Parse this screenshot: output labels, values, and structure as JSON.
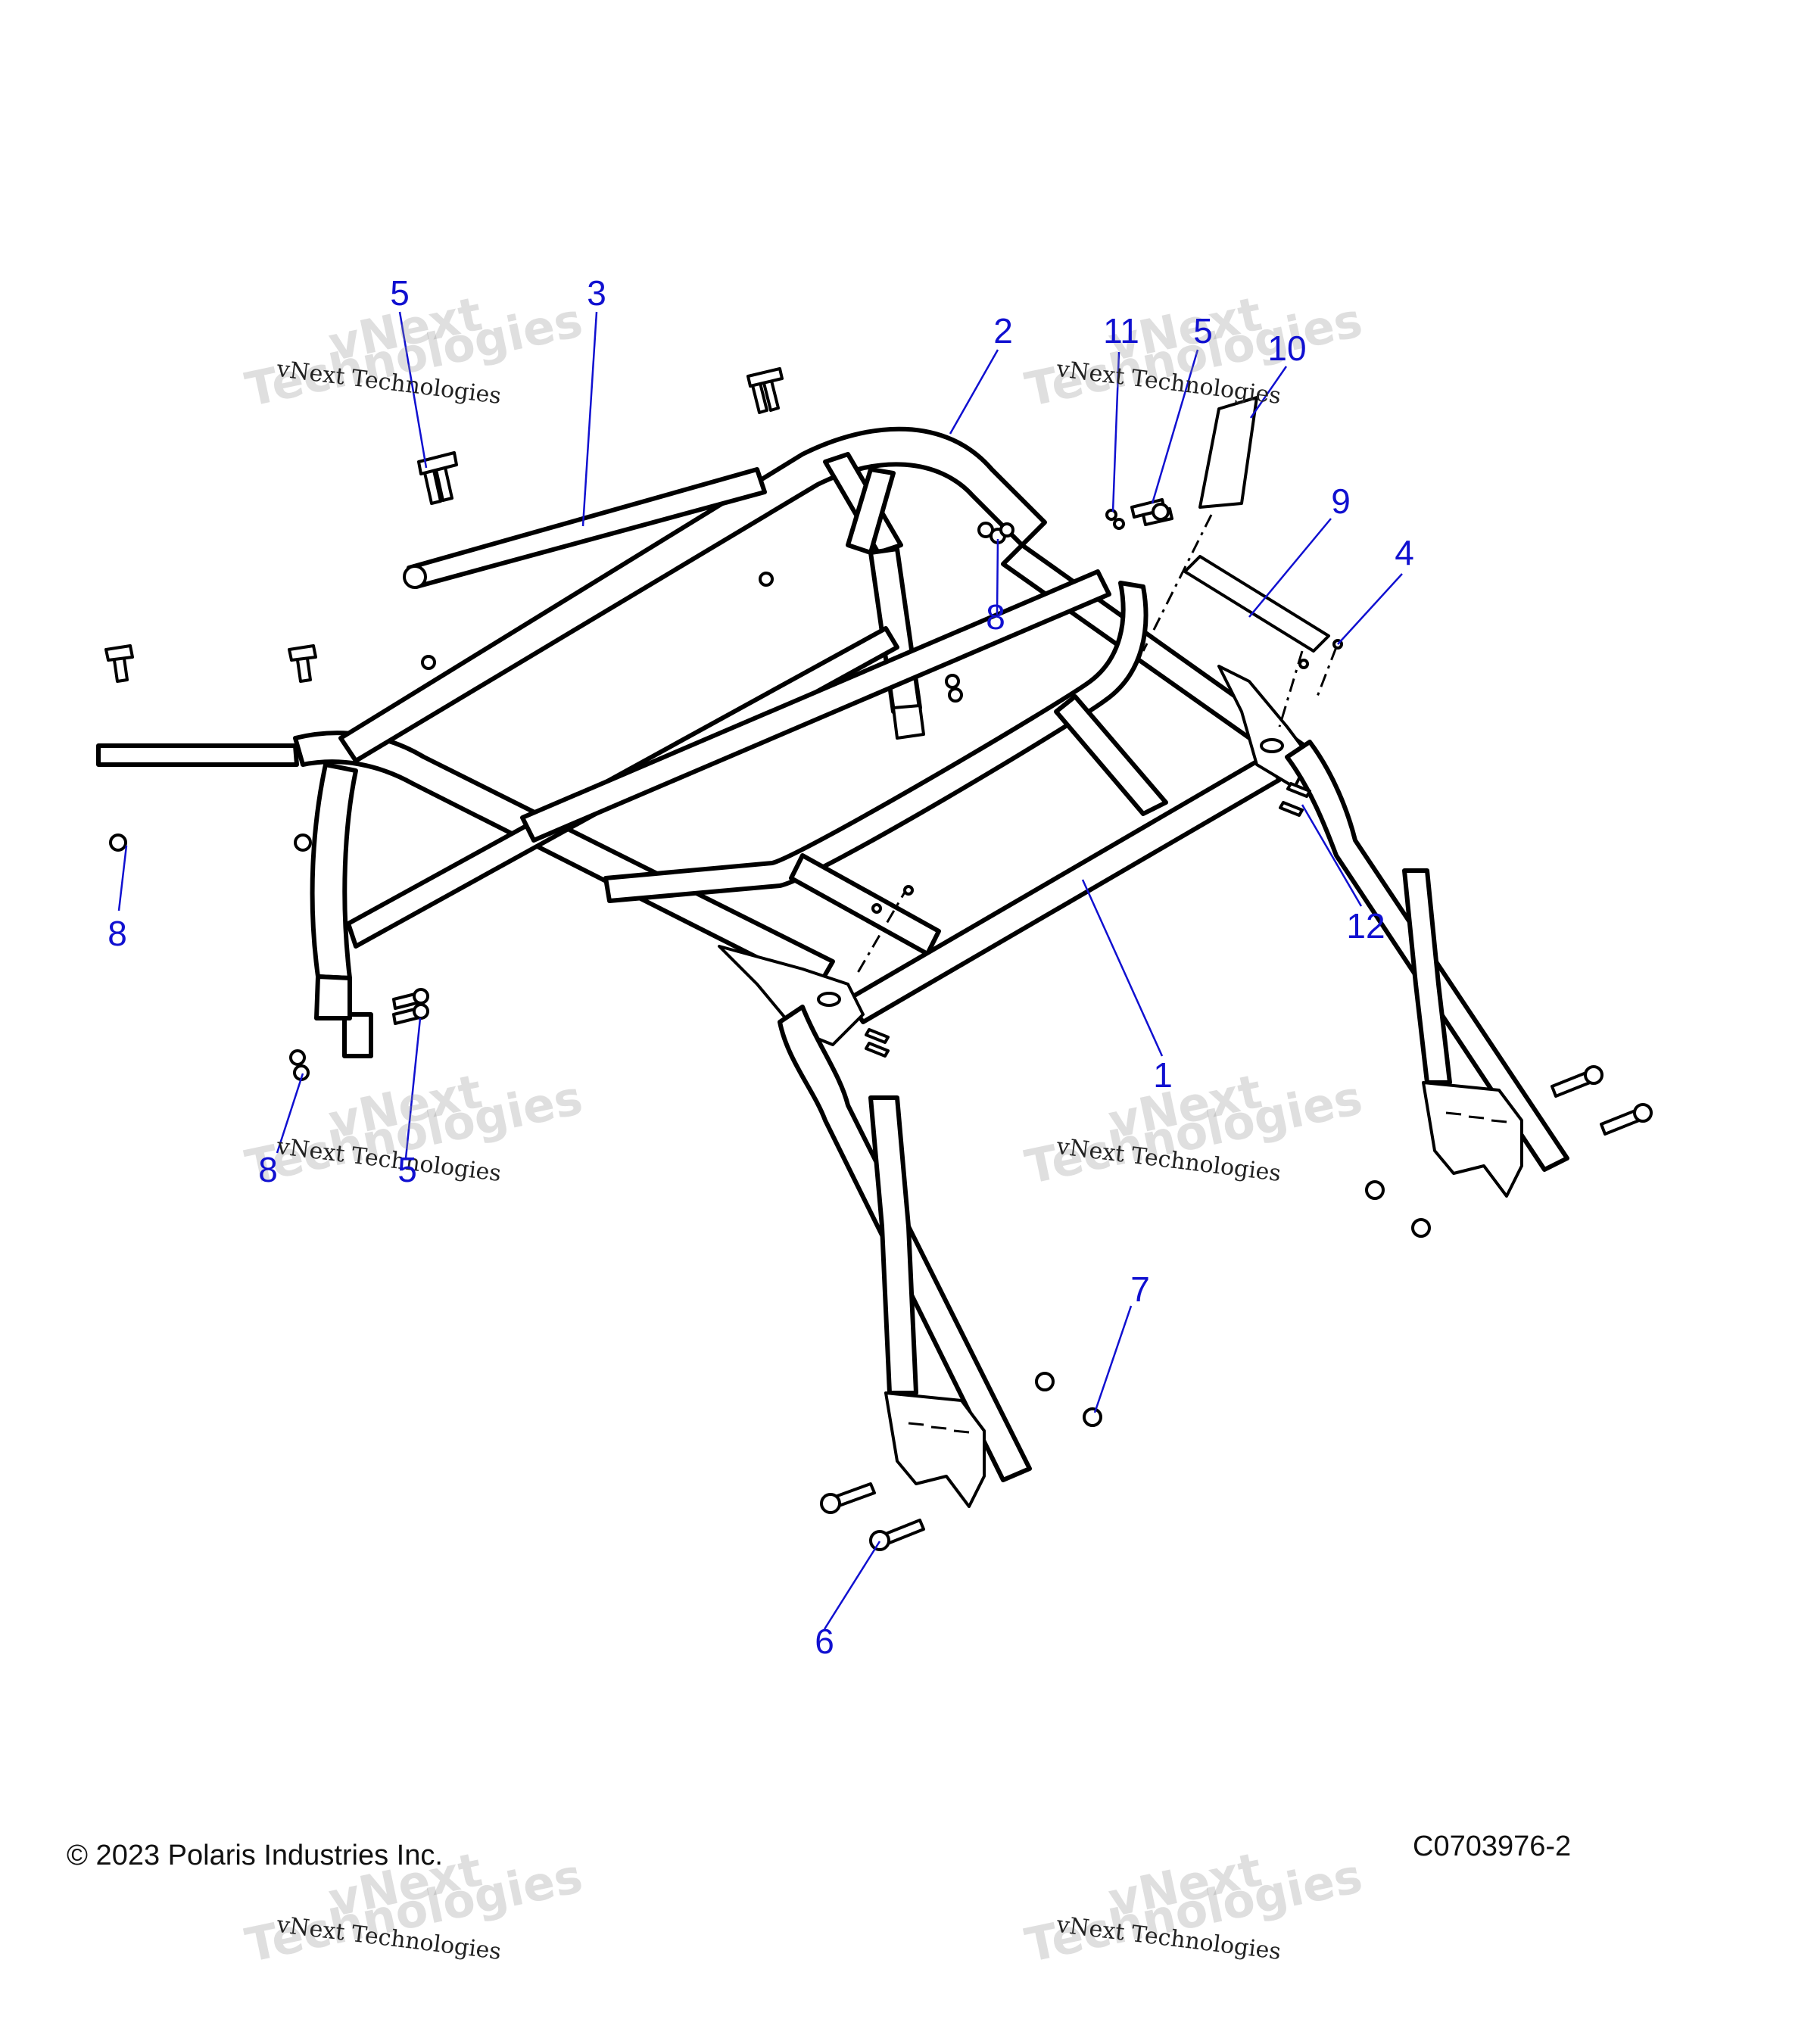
{
  "callouts": [
    {
      "id": "c5a",
      "label": "5"
    },
    {
      "id": "c3",
      "label": "3"
    },
    {
      "id": "c2",
      "label": "2"
    },
    {
      "id": "c11",
      "label": "11"
    },
    {
      "id": "c5b",
      "label": "5"
    },
    {
      "id": "c10",
      "label": "10"
    },
    {
      "id": "c9",
      "label": "9"
    },
    {
      "id": "c4",
      "label": "4"
    },
    {
      "id": "c8a",
      "label": "8"
    },
    {
      "id": "c8b",
      "label": "8"
    },
    {
      "id": "c12",
      "label": "12"
    },
    {
      "id": "c1",
      "label": "1"
    },
    {
      "id": "c8c",
      "label": "8"
    },
    {
      "id": "c5c",
      "label": "5"
    },
    {
      "id": "c7",
      "label": "7"
    },
    {
      "id": "c6",
      "label": "6"
    }
  ],
  "footer": {
    "copyright": "© 2023 Polaris Industries Inc.",
    "figure_code": "C0703976-2"
  },
  "watermark": {
    "large_line1": "vNext",
    "large_line2": "Technologies",
    "small": "vNext Technologies"
  },
  "colors": {
    "callout": "#1010d0",
    "line_art": "#000000",
    "watermark": "#969696"
  }
}
